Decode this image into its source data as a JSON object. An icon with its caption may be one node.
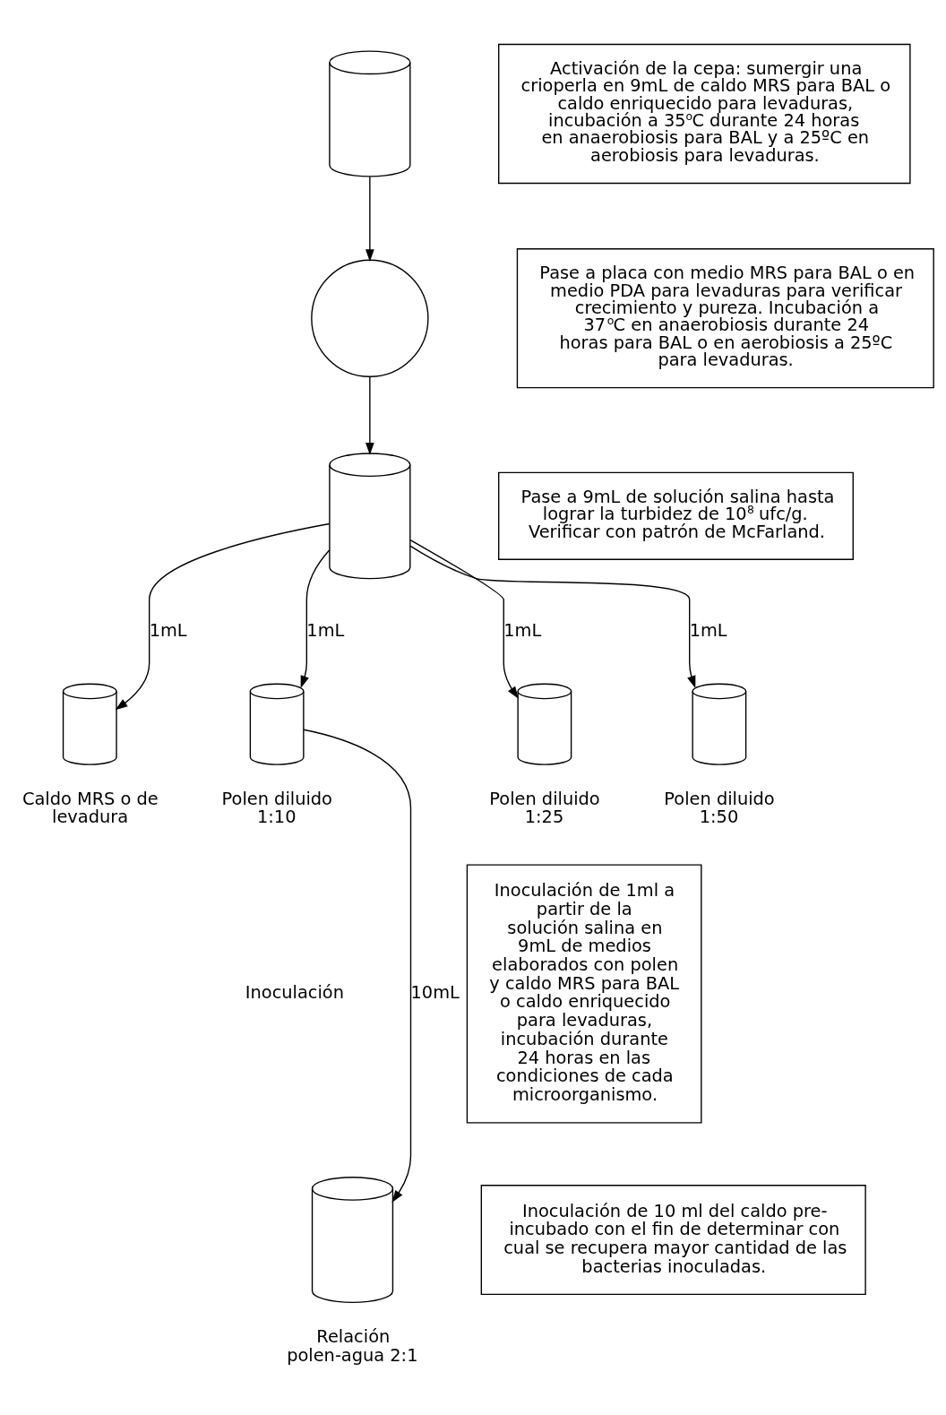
{
  "diagram": {
    "nodes": [
      {
        "text": [],
        "shape": "cylinder"
      },
      {
        "text": [
          "Activación de la cepa: sumergir una crioperla en 9mL de caldo MRS para BAL o caldo enriquecido para levaduras, incubación a 35$^{o}$C durante 24 horas en anaerobiosis para BAL y a 25ºC en aerobiosis para levaduras."
        ]
      },
      {
        "text": [],
        "shape": "circle"
      },
      {
        "text": [
          "Pase a placa con medio MRS para BAL o en medio PDA para levaduras para verificar crecimiento y pureza. Incubación a 37$^{o}$C en anaerobiosis durante 24 horas para BAL o en aerobiosis a 25ºC para levaduras."
        ]
      },
      {
        "text": [],
        "shape": "cylinder"
      },
      {
        "text": [
          "Pase a 9mL de solución salina hasta lograr la turbidez de 10$^{8}$ ufc/g. Verificar con patrón de McFarland."
        ]
      },
      {
        "text": [
          "Inoculación de 1ml a partir de la solución salina en 9mL de medios elaborados con polen y caldo MRS para BAL o caldo enriquecido para levaduras, incubación durante 24 horas en las condiciones de cada microorganismo."
        ]
      },
      {
        "text": [],
        "shape": "cylinder",
        "beside": [
          "Caldo MRS o de levadura"
        ]
      },
      {
        "text": [],
        "shape": "cylinder",
        "beside": [
          "Polen diluido 1:10"
        ]
      },
      {
        "text": [],
        "shape": "cylinder",
        "beside": [
          "Polen diluido 1:25"
        ]
      },
      {
        "text": [],
        "shape": "cylinder",
        "beside": [
          "Polen diluido 1:50"
        ]
      },
      {
        "text": [],
        "shape": "cylinder",
        "beside": [
          "Relación polen-agua 2:1"
        ]
      },
      {
        "text": [
          "Inoculación de 10 ml del caldo pre-incubado con el fin de determinar con cual se recupera mayor cantidad de las bacterias inoculadas."
        ]
      }
    ],
    "edges": [
      {
        "from": 0,
        "to": 2,
        "arrow": "to"
      },
      {
        "from": 2,
        "to": 4,
        "arrow": "to"
      },
      {
        "from": 4,
        "to": 7,
        "arrow": "to",
        "label": "1mL"
      },
      {
        "from": 4,
        "to": 8,
        "arrow": "to",
        "label": "1mL"
      },
      {
        "from": 4,
        "to": 9,
        "arrow": "to",
        "label": "1mL"
      },
      {
        "from": 4,
        "to": 10,
        "arrow": "to",
        "label": "1mL"
      },
      {
        "from": 8,
        "to": 11,
        "arrow": "to",
        "label": "10mL"
      }
    ],
    "labels": [
      "Inoculación"
    ]
  }
}
